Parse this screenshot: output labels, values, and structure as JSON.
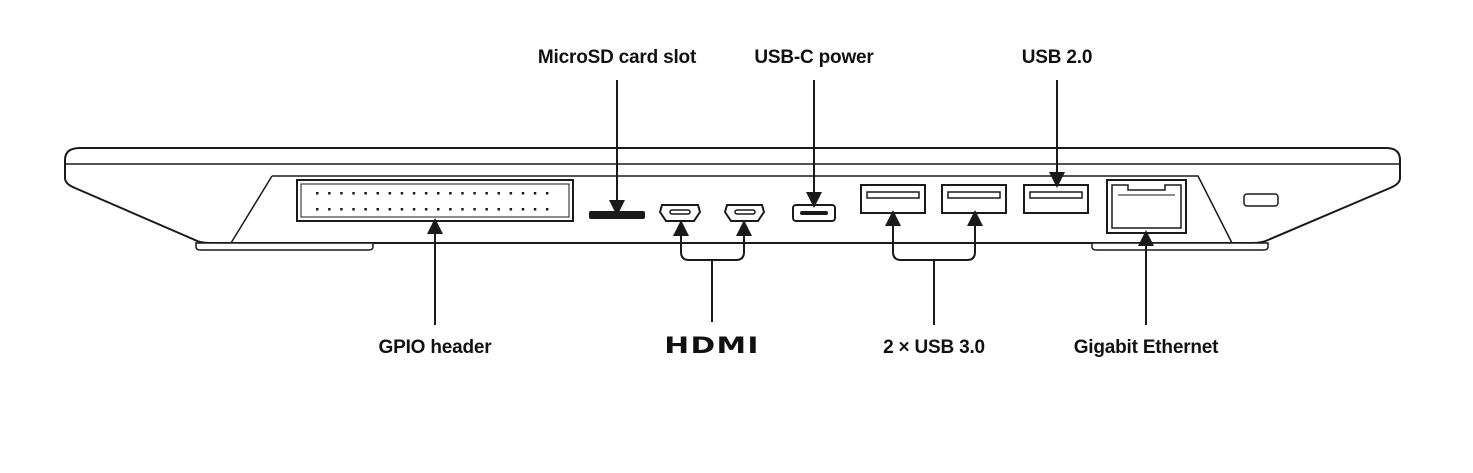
{
  "labels": {
    "microsd": "MicroSD card slot",
    "usbc": "USB-C power",
    "usb2": "USB 2.0",
    "gpio": "GPIO header",
    "hdmi": "HDMI",
    "usb3": "2 × USB 3.0",
    "ethernet": "Gigabit Ethernet"
  },
  "colors": {
    "stroke": "#1a1a1a",
    "fill": "#ffffff"
  }
}
